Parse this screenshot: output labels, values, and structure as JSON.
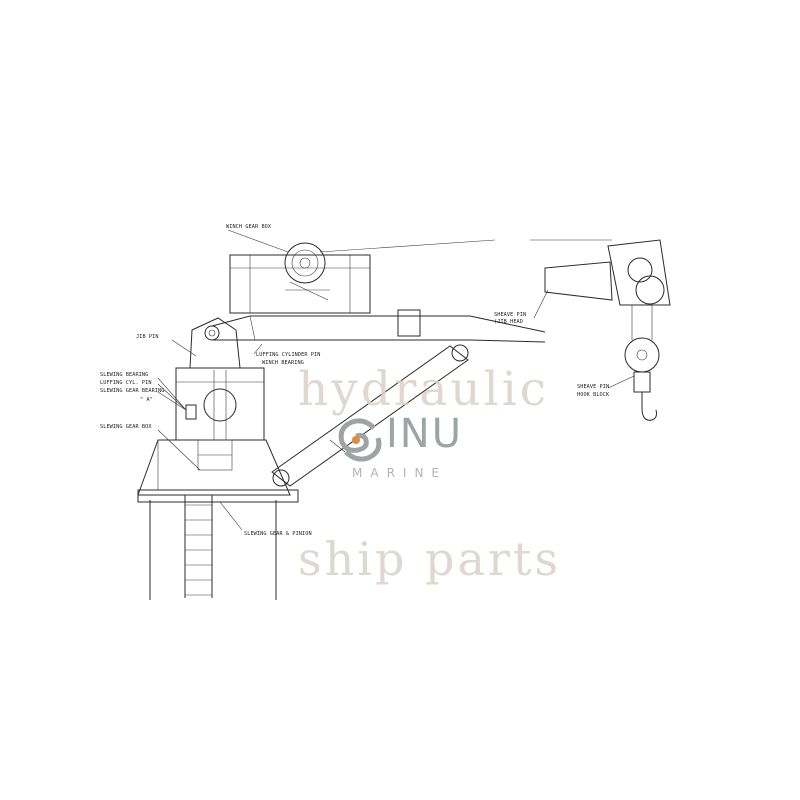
{
  "labels": {
    "winch_gear_box": "WINCH GEAR BOX",
    "jib_pin": "JIB PIN",
    "luffing_cylinder_pin": "LUFFING CYLINDER PIN",
    "winch_bearing": "WINCH BEARING",
    "slewing_bearing": "SLEWING BEARING",
    "luffing_cyl_pin": "LUFFING CYL. PIN",
    "slewing_gear_bearing": "SLEWING GEAR BEARING",
    "detail_a": "\" A\"",
    "slewing_gear_box": "SLEWING GEAR BOX",
    "slewing_gear_pinion": "SLEWING GEAR & PINION",
    "sheave_pin": "SHEAVE PIN",
    "jib_head": "(JIB HEAD",
    "sheave_pin_2": "SHEAVE PIN",
    "hook_block": "HOOK BLOCK"
  },
  "watermark": {
    "line1": "hydraulic",
    "line2": "ship parts",
    "logo_word": "INU",
    "logo_sub": "MARINE",
    "color": "#d9d2c8",
    "logo_color": "#9fa3a6",
    "logo_accent": "#e08a3c"
  }
}
